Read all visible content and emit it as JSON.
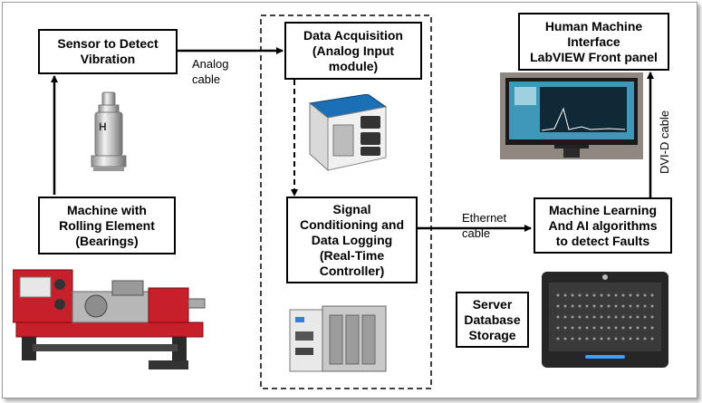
{
  "boxes": {
    "sensor": [
      "Sensor to Detect",
      "Vibration"
    ],
    "machine": [
      "Machine with",
      "Rolling Element",
      "(Bearings)"
    ],
    "daq": [
      "Data Acquisition",
      "(Analog Input",
      "module)"
    ],
    "signal": [
      "Signal",
      "Conditioning and",
      "Data Logging",
      "(Real-Time",
      "Controller)"
    ],
    "ml": [
      "Machine Learning",
      "And AI algorithms",
      "to detect Faults"
    ],
    "hmi": [
      "Human Machine",
      "Interface",
      "LabVIEW Front panel"
    ],
    "server": [
      "Server",
      "Database",
      "Storage"
    ]
  },
  "connectors": {
    "analog": [
      "Analog",
      "cable"
    ],
    "ethernet": [
      "Ethernet",
      "cable"
    ],
    "dvi": "DVI-D cable"
  },
  "images": {
    "sensor_photo": "vibration sensor",
    "lathe_photo": "lathe machine",
    "daq_photo": "analog input module",
    "controller_photo": "real-time controller",
    "monitor_photo": "monitor",
    "server_photo": "server"
  },
  "colors": {
    "lathe": "#c8202a",
    "border": "#000000"
  }
}
